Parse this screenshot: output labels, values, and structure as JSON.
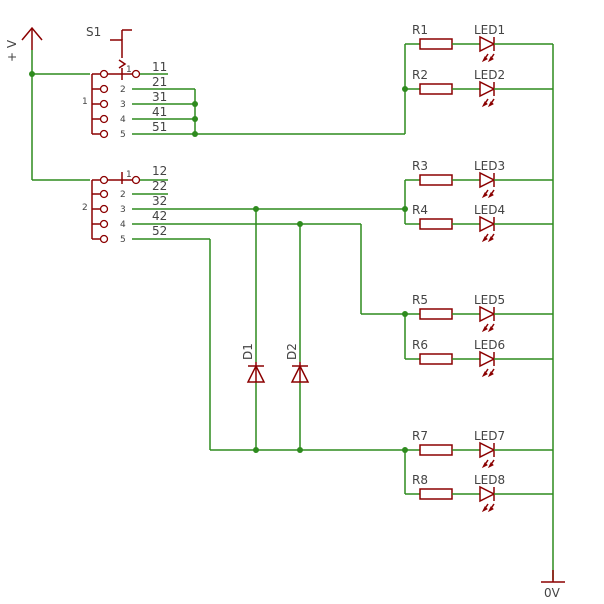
{
  "labels": {
    "supply": "+ V",
    "ground": "0V",
    "switch": "S1",
    "deck1": "1",
    "deck2": "2",
    "d1": "D1",
    "d2": "D2"
  },
  "switch_deck1": {
    "pins": [
      "11",
      "21",
      "31",
      "41",
      "51"
    ],
    "positions": [
      "1",
      "2",
      "3",
      "4",
      "5"
    ]
  },
  "switch_deck2": {
    "pins": [
      "12",
      "22",
      "32",
      "42",
      "52"
    ],
    "positions": [
      "1",
      "2",
      "3",
      "4",
      "5"
    ]
  },
  "resistors": [
    "R1",
    "R2",
    "R3",
    "R4",
    "R5",
    "R6",
    "R7",
    "R8"
  ],
  "leds": [
    "LED1",
    "LED2",
    "LED3",
    "LED4",
    "LED5",
    "LED6",
    "LED7",
    "LED8"
  ],
  "colors": {
    "wire": "#2e8b1e",
    "part": "#8b0000",
    "text": "#444444"
  }
}
